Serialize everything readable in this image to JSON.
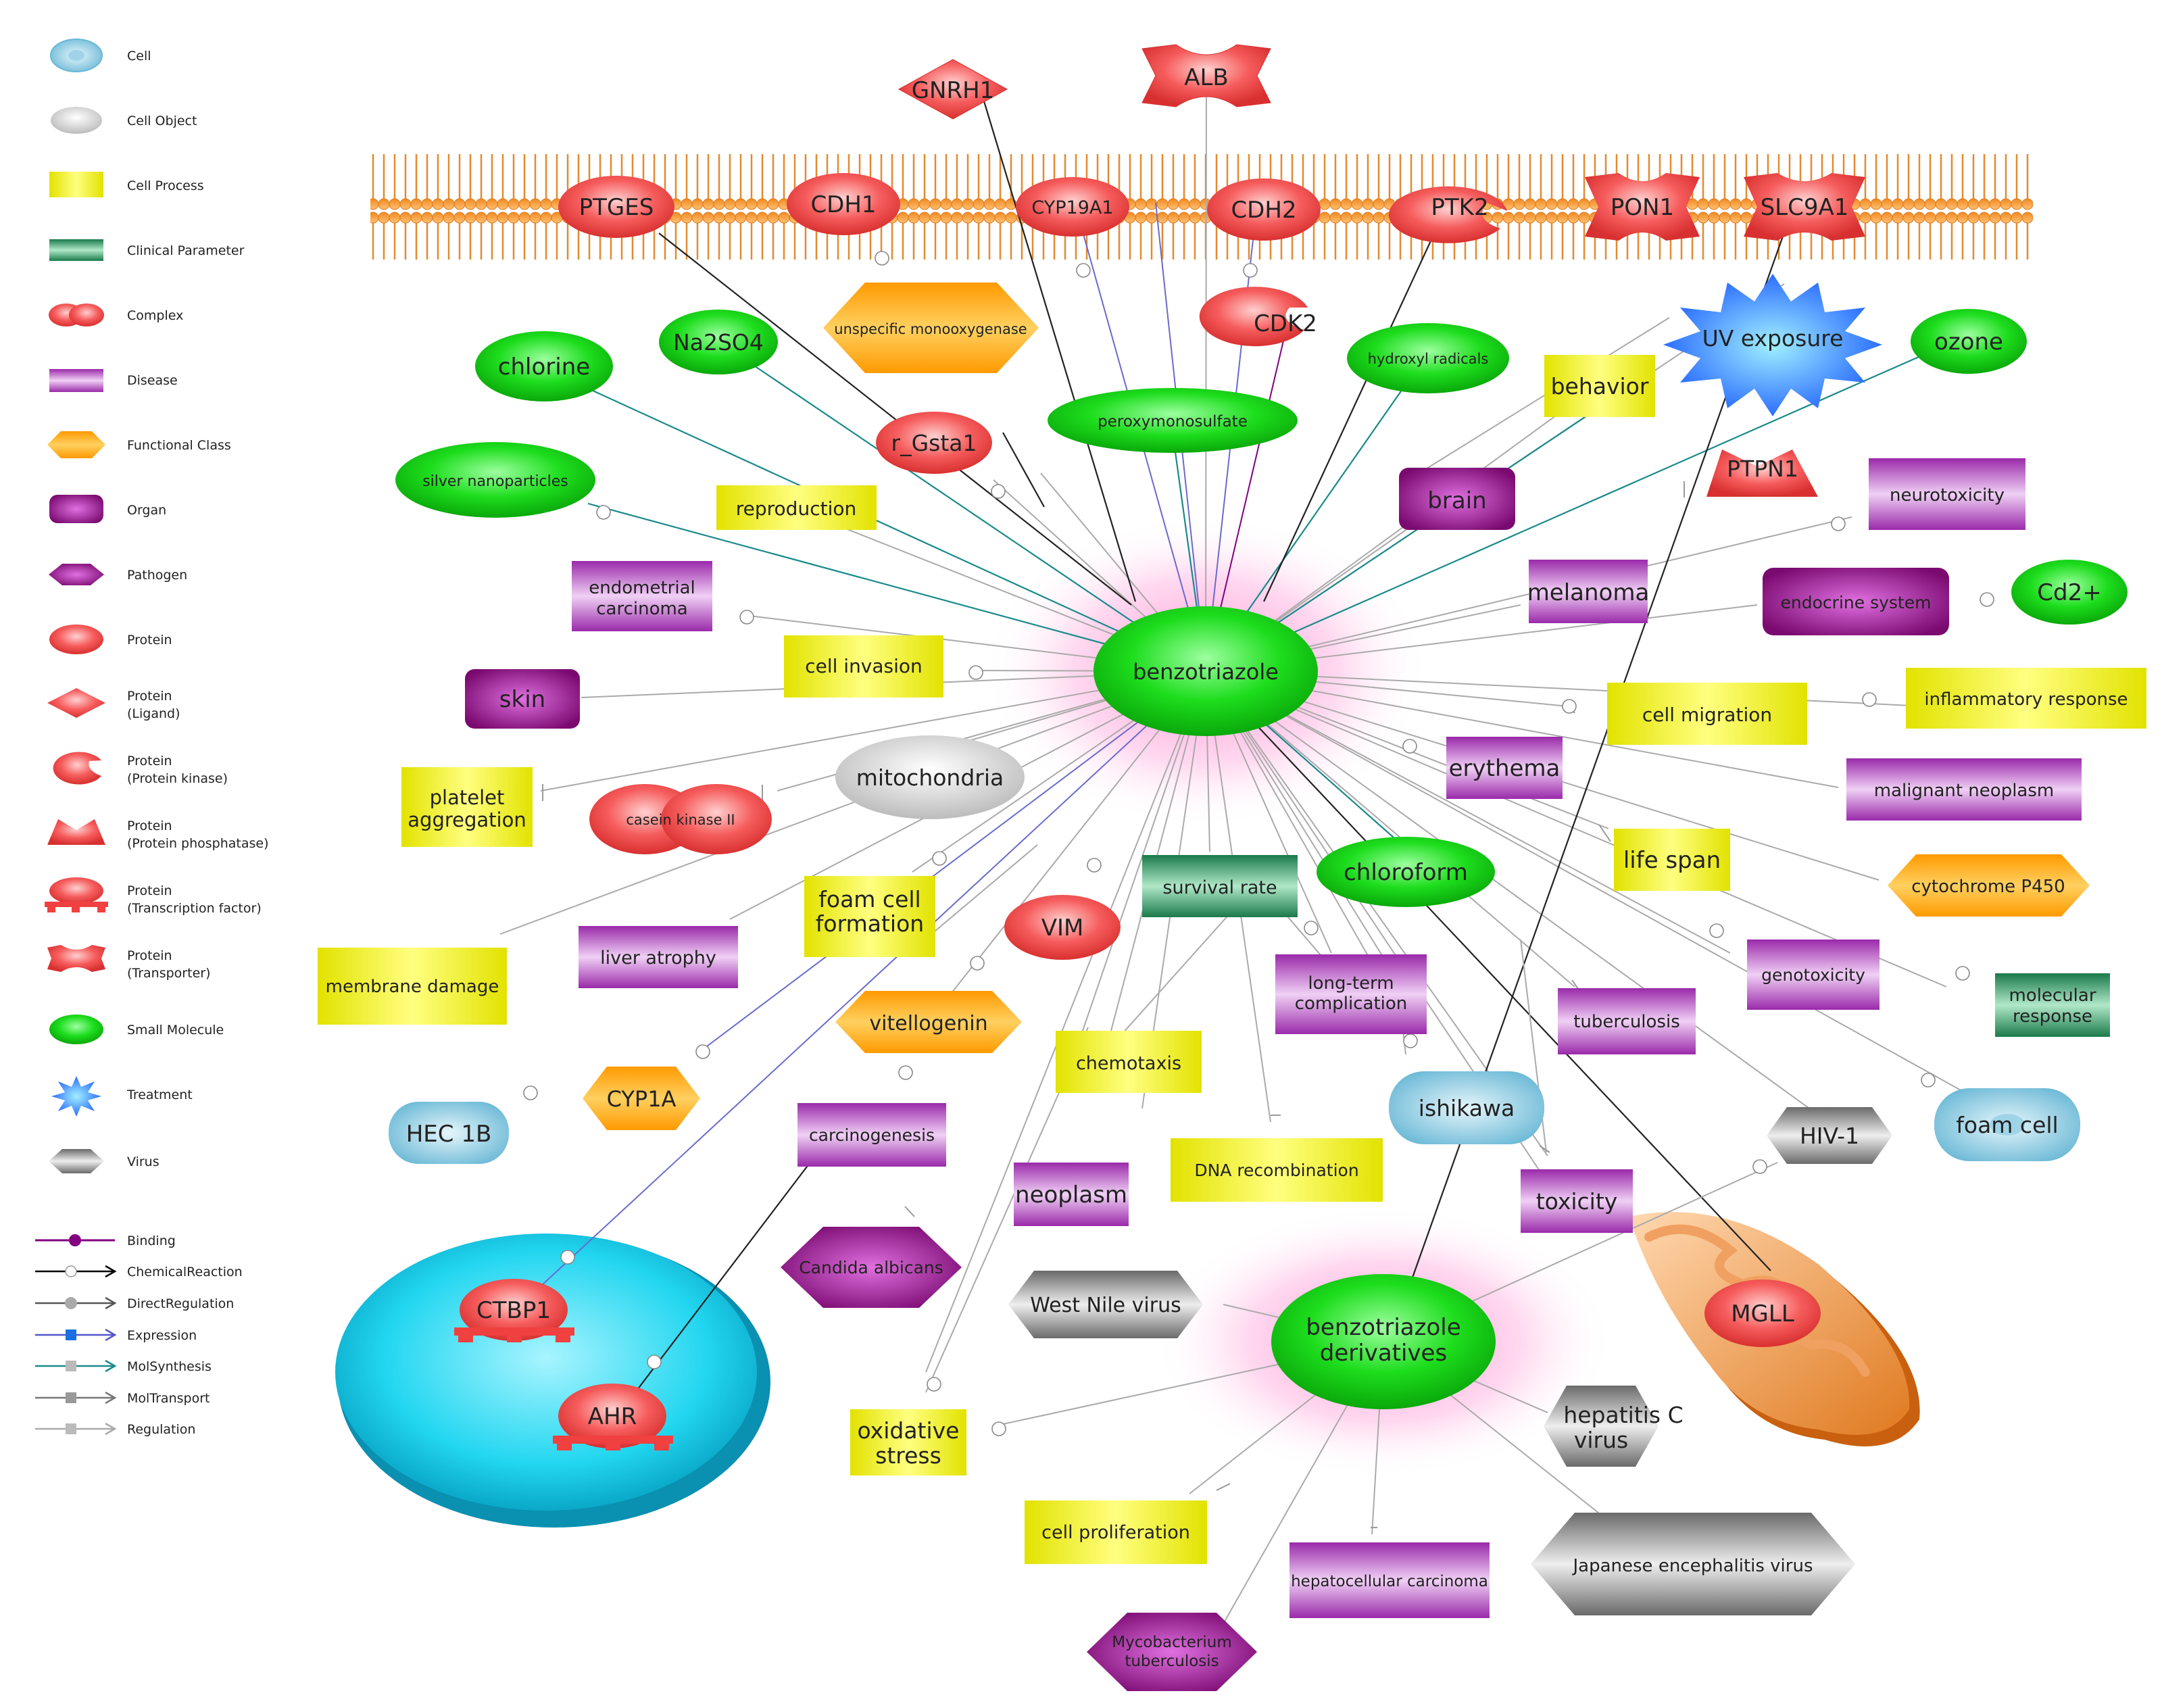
{
  "legend": {
    "nodes": [
      {
        "key": "cell",
        "label": "Cell"
      },
      {
        "key": "cell_object",
        "label": "Cell Object"
      },
      {
        "key": "cell_process",
        "label": "Cell Process"
      },
      {
        "key": "clinical_parameter",
        "label": "Clinical Parameter"
      },
      {
        "key": "complex",
        "label": "Complex"
      },
      {
        "key": "disease",
        "label": "Disease"
      },
      {
        "key": "functional_class",
        "label": "Functional Class"
      },
      {
        "key": "organ",
        "label": "Organ"
      },
      {
        "key": "pathogen",
        "label": "Pathogen"
      },
      {
        "key": "protein",
        "label": "Protein"
      },
      {
        "key": "protein_ligand",
        "label": "Protein",
        "sub": "(Ligand)"
      },
      {
        "key": "protein_kinase",
        "label": "Protein",
        "sub": "(Protein kinase)"
      },
      {
        "key": "protein_phosphatase",
        "label": "Protein",
        "sub": "(Protein phosphatase)"
      },
      {
        "key": "protein_tf",
        "label": "Protein",
        "sub": "(Transcription factor)"
      },
      {
        "key": "protein_transporter",
        "label": "Protein",
        "sub": "(Transporter)"
      },
      {
        "key": "small_molecule",
        "label": "Small Molecule"
      },
      {
        "key": "treatment",
        "label": "Treatment"
      },
      {
        "key": "virus",
        "label": "Virus"
      }
    ],
    "edges": [
      {
        "key": "binding",
        "label": "Binding",
        "color": "#800080"
      },
      {
        "key": "chemical_reaction",
        "label": "ChemicalReaction",
        "color": "#000000"
      },
      {
        "key": "direct_regulation",
        "label": "DirectRegulation",
        "color": "#555555"
      },
      {
        "key": "expression",
        "label": "Expression",
        "color": "#5555cc"
      },
      {
        "key": "mol_synthesis",
        "label": "MolSynthesis",
        "color": "#1a8a8a"
      },
      {
        "key": "mol_transport",
        "label": "MolTransport",
        "color": "#777777"
      },
      {
        "key": "regulation",
        "label": "Regulation",
        "color": "#aaaaaa"
      }
    ]
  },
  "nodes": {
    "GNRH1": "GNRH1",
    "ALB": "ALB",
    "PTGES": "PTGES",
    "CDH1": "CDH1",
    "CYP19A1": "CYP19A1",
    "CDH2": "CDH2",
    "PTK2": "PTK2",
    "PON1": "PON1",
    "SLC9A1": "SLC9A1",
    "unspec": "unspecific monooxygenase",
    "CDK2": "CDK2",
    "UV": "UV exposure",
    "chlorine": "chlorine",
    "Na2SO4": "Na2SO4",
    "hydroxyl": "hydroxyl radicals",
    "ozone": "ozone",
    "behavior": "behavior",
    "peroxy": "peroxymonosulfate",
    "silver": "silver nanoparticles",
    "rGsta1": "r_Gsta1",
    "PTPN1": "PTPN1",
    "neurotox": "neurotoxicity",
    "brain": "brain",
    "reproduction": "reproduction",
    "endometrial": [
      "endometrial",
      "carcinoma"
    ],
    "melanoma": "melanoma",
    "endocrine": "endocrine system",
    "Cd2": "Cd2+",
    "cellinv": "cell invasion",
    "benzo": "benzotriazole",
    "skin": "skin",
    "cellmig": "cell migration",
    "inflam": "inflammatory response",
    "mito": "mitochondria",
    "erythema": "erythema",
    "platelet": [
      "platelet",
      "aggregation"
    ],
    "casein": "casein kinase II",
    "malignant": "malignant neoplasm",
    "lifespan": "life span",
    "foamcellform": [
      "foam cell",
      "formation"
    ],
    "survival": "survival rate",
    "chloroform": "chloroform",
    "cyp450": "cytochrome P450",
    "VIM": "VIM",
    "liveratrophy": "liver atrophy",
    "membrane": "membrane damage",
    "longterm": [
      "long-term",
      "complication"
    ],
    "genotox": "genotoxicity",
    "molresp": [
      "molecular",
      "response"
    ],
    "vitello": "vitellogenin",
    "tuberculosis": "tuberculosis",
    "chemotaxis": "chemotaxis",
    "CYP1A": "CYP1A",
    "HEC1B": "HEC 1B",
    "carcino": "carcinogenesis",
    "ishikawa": "ishikawa",
    "foamcell": "foam cell",
    "HIV1": "HIV-1",
    "DNArec": "DNA recombination",
    "neoplasm": "neoplasm",
    "toxicity": "toxicity",
    "candida": "Candida albicans",
    "CTBP1": "CTBP1",
    "WNV": "West Nile virus",
    "benzoder": [
      "benzotriazole",
      "derivatives"
    ],
    "MGLL": "MGLL",
    "AHR": "AHR",
    "hepC": [
      "hepatitis C",
      "virus"
    ],
    "oxstress": [
      "oxidative",
      "stress"
    ],
    "cellprolif": "cell proliferation",
    "hcc": "hepatocellular carcinoma",
    "JEV": "Japanese encephalitis virus",
    "mycobact": [
      "Mycobacterium",
      "tuberculosis"
    ]
  },
  "colors": {
    "small_molecule": "#22dd22",
    "protein": "#f05555",
    "cell_process": "#e8e820",
    "disease": "#a040b0",
    "organ": "#8a1080",
    "functional_class": "#ffaa10",
    "clinical_parameter": "#3a9a6a",
    "virus": "#888888",
    "cell": "#8ac8e0",
    "treatment": "#3090ff",
    "membrane": "#f59a3c"
  }
}
